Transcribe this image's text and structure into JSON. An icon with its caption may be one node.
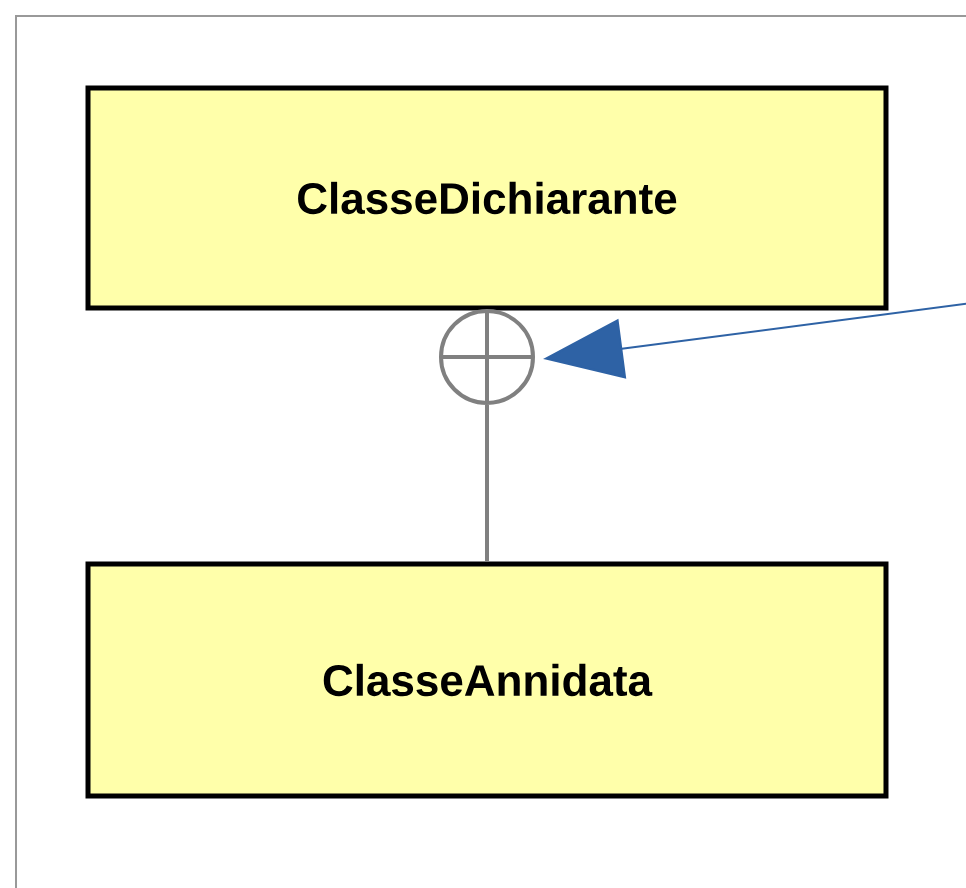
{
  "diagram": {
    "nodes": [
      {
        "text": [
          "ClasseDichiarante"
        ]
      },
      {
        "text": [
          "ClasseAnnidata"
        ]
      },
      {
        "text": [],
        "shape": "circle"
      }
    ],
    "edges": [
      {
        "from": 1,
        "to": 2,
        "arrow": "none"
      },
      {
        "from": null,
        "to": 2,
        "arrow": "to",
        "color": "#2e62a5"
      }
    ]
  }
}
